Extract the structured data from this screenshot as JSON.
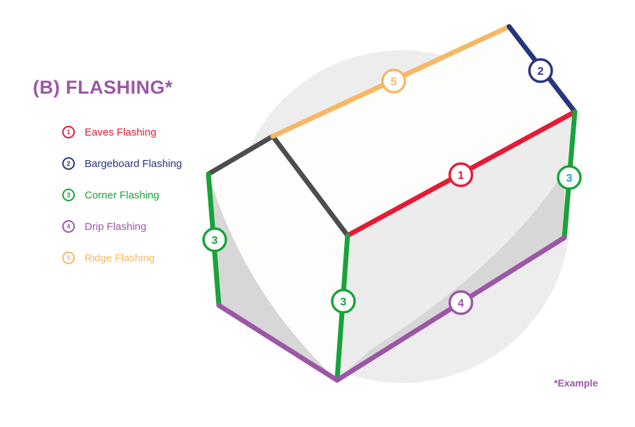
{
  "title": "(B) FLASHING*",
  "footnote": "*Example",
  "colors": {
    "eaves": "#e31b35",
    "bargeboard": "#25357f",
    "corner": "#18a33a",
    "drip": "#9b56a6",
    "ridge": "#f7b763",
    "gable_outline": "#4d4d4d",
    "title": "#9b56a6",
    "wall_light": "#fdfdfb",
    "wall_shade": "#ececec",
    "backdrop": "#ededed",
    "shadow": "#d7d7d7"
  },
  "legend": [
    {
      "number": "1",
      "label": "Eaves Flashing",
      "color": "#e31b35"
    },
    {
      "number": "2",
      "label": "Bargeboard Flashing",
      "color": "#25357f"
    },
    {
      "number": "3",
      "label": "Corner Flashing",
      "color": "#18a33a"
    },
    {
      "number": "4",
      "label": "Drip Flashing",
      "color": "#9b56a6"
    },
    {
      "number": "5",
      "label": "Ridge Flashing",
      "color": "#f7b763"
    }
  ],
  "badges": [
    {
      "number": "5",
      "color": "#f7b763",
      "text_color": "#f7b763"
    },
    {
      "number": "2",
      "color": "#25357f",
      "text_color": "#25357f"
    },
    {
      "number": "1",
      "color": "#e31b35",
      "text_color": "#e31b35"
    },
    {
      "number": "3",
      "color": "#18a33a",
      "text_color": "#2aa0dc"
    },
    {
      "number": "3",
      "color": "#18a33a",
      "text_color": "#18a33a"
    },
    {
      "number": "3",
      "color": "#18a33a",
      "text_color": "#18a33a"
    },
    {
      "number": "4",
      "color": "#9b56a6",
      "text_color": "#9b56a6"
    }
  ]
}
